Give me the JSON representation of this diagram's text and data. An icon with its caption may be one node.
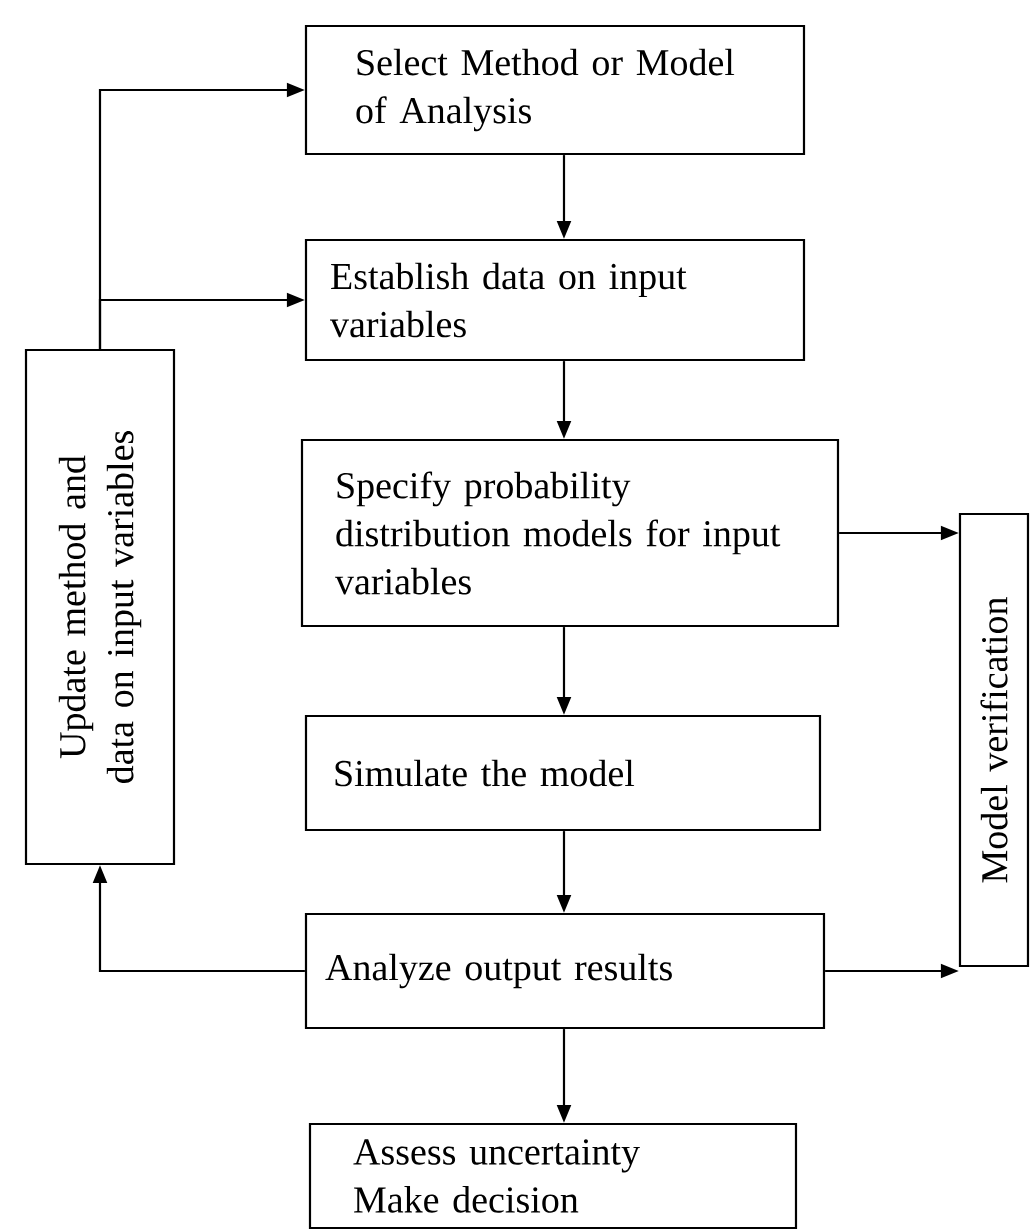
{
  "diagram": {
    "nodes": [
      {
        "text": [
          "Select Method or Model of Analysis"
        ]
      },
      {
        "text": [
          "Establish data on input variables"
        ]
      },
      {
        "text": [
          "Specify probability distribution models for input variables"
        ]
      },
      {
        "text": [
          "Simulate the model"
        ]
      },
      {
        "text": [
          "Analyze output results"
        ]
      },
      {
        "text": [
          "Assess uncertainty",
          "Make decision"
        ]
      },
      {
        "text": [
          "Update method and data on input variables"
        ]
      },
      {
        "text": [
          "Model verification"
        ]
      }
    ],
    "edges": [
      {
        "from": 0,
        "to": 1,
        "arrow": "to"
      },
      {
        "from": 1,
        "to": 2,
        "arrow": "to"
      },
      {
        "from": 2,
        "to": 3,
        "arrow": "to"
      },
      {
        "from": 3,
        "to": 4,
        "arrow": "to"
      },
      {
        "from": 4,
        "to": 5,
        "arrow": "to"
      },
      {
        "from": 4,
        "to": 6,
        "arrow": "to"
      },
      {
        "from": 6,
        "to": 0,
        "arrow": "to"
      },
      {
        "from": 6,
        "to": 1,
        "arrow": "to"
      },
      {
        "from": 2,
        "to": 7,
        "arrow": "to"
      },
      {
        "from": 4,
        "to": 7,
        "arrow": "to"
      }
    ]
  }
}
